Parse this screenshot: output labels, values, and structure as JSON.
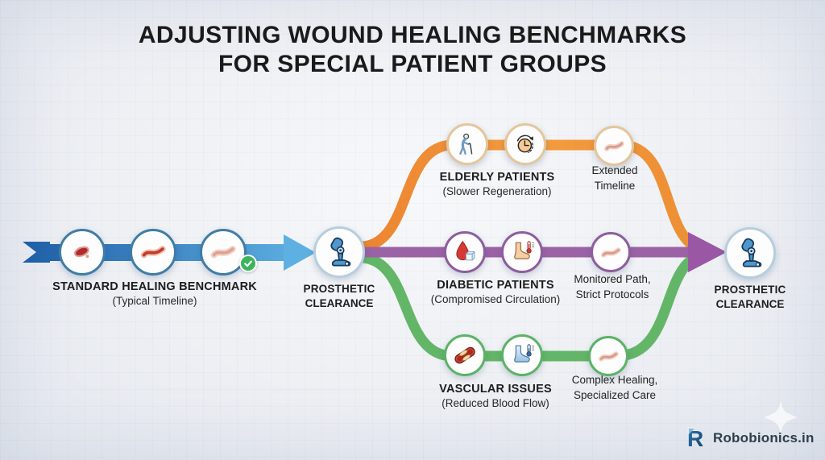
{
  "title": {
    "line1": "ADJUSTING WOUND HEALING BENCHMARKS",
    "line2": "FOR SPECIAL PATIENT GROUPS"
  },
  "standard_path": {
    "label": "STANDARD HEALING BENCHMARK",
    "sublabel": "(Typical Timeline)"
  },
  "clearance_left": {
    "line1": "PROSTHETIC",
    "line2": "CLEARANCE"
  },
  "clearance_right": {
    "line1": "PROSTHETIC",
    "line2": "CLEARANCE"
  },
  "branches": [
    {
      "name": "elderly",
      "label": "ELDERLY PATIENTS",
      "sublabel": "(Slower Regeneration)",
      "outcome_line1": "Extended",
      "outcome_line2": "Timeline",
      "color": "#F0923B"
    },
    {
      "name": "diabetic",
      "label": "DIABETIC PATIENTS",
      "sublabel": "(Compromised Circulation)",
      "outcome_line1": "Monitored Path,",
      "outcome_line2": "Strict Protocols",
      "color": "#9C62A6"
    },
    {
      "name": "vascular",
      "label": "VASCULAR ISSUES",
      "sublabel": "(Reduced Blood Flow)",
      "outcome_line1": "Complex Healing,",
      "outcome_line2": "Specialized Care",
      "color": "#63B667"
    }
  ],
  "branding": {
    "text": "Robobionics.in"
  },
  "colors": {
    "background": "#EEF0F4",
    "title_text": "#1A1A1A",
    "arrow_blue_dark": "#1E5EA6",
    "arrow_blue_light": "#63B5E6",
    "branch_orange": "#F0923B",
    "branch_purple": "#9C62A6",
    "branch_green": "#63B667",
    "circle_border_blue": "#3E7DA6",
    "circle_border_tan": "#E4C69A",
    "circle_border_purple": "#8D5D9D",
    "circle_border_green": "#5BB365",
    "check_green": "#3CB45C",
    "logo_blue": "#1B5A8C"
  },
  "icons": {
    "fresh-wound-icon": "red-wound-blob",
    "healing-wound-icon": "red-scar-with-pink-halo",
    "healed-scar-icon": "pale-pink-scar",
    "check-icon": "✓",
    "prosthetic-leg-icon": "prosthetic-leg",
    "elderly-person-icon": "person-with-cane",
    "extended-clock-icon": "clock-with-cycle-arrow",
    "blood-sugar-icon": "blood-drop-with-sugar-cube",
    "warm-foot-icon": "foot-with-thermometer",
    "blocked-artery-icon": "clogged-blood-vessel",
    "cold-foot-icon": "blue-foot-with-thermometer",
    "scar-icon": "pink-scar",
    "robobionics-logo-icon": "letter-R",
    "sparkle-icon": "four-point-star"
  }
}
